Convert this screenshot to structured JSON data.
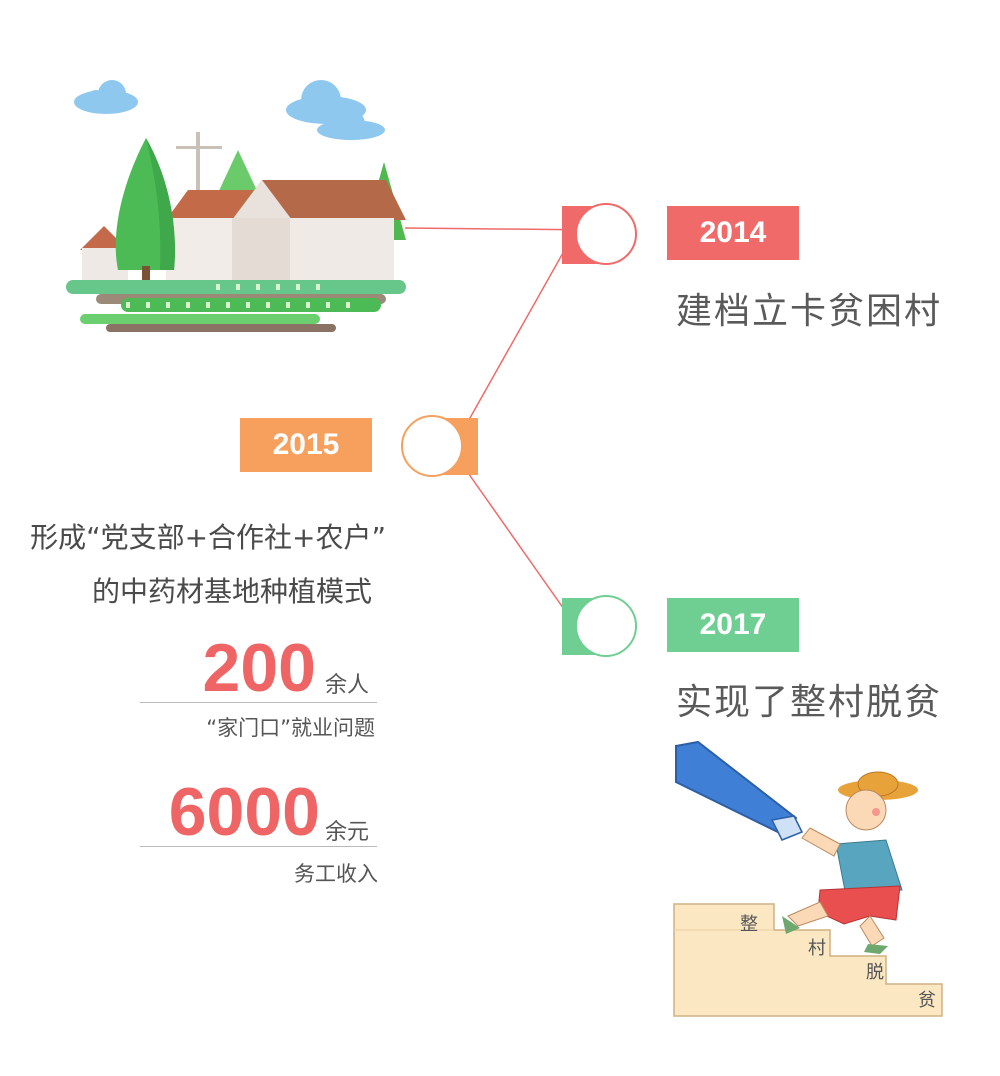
{
  "colors": {
    "red": "#f06a6a",
    "orange": "#f7a05e",
    "green": "#6fcf93",
    "connector": "#ef6a6a"
  },
  "timeline": [
    {
      "year": "2014",
      "caption": "建档立卡贫困村"
    },
    {
      "year": "2015",
      "desc_line1": "形成“党支部+合作社+农户”",
      "desc_line2": "的中药材基地种植模式"
    },
    {
      "year": "2017",
      "caption": "实现了整村脱贫"
    }
  ],
  "stats": [
    {
      "value": "200",
      "unit": "余人",
      "label": "“家门口”就业问题"
    },
    {
      "value": "6000",
      "unit": "余元",
      "label": "务工收入"
    }
  ],
  "stairs": {
    "chars": [
      "整",
      "村",
      "脱",
      "贫"
    ]
  },
  "icons": {
    "village": "village-illustration",
    "stairs": "climbing-stairs-illustration"
  }
}
